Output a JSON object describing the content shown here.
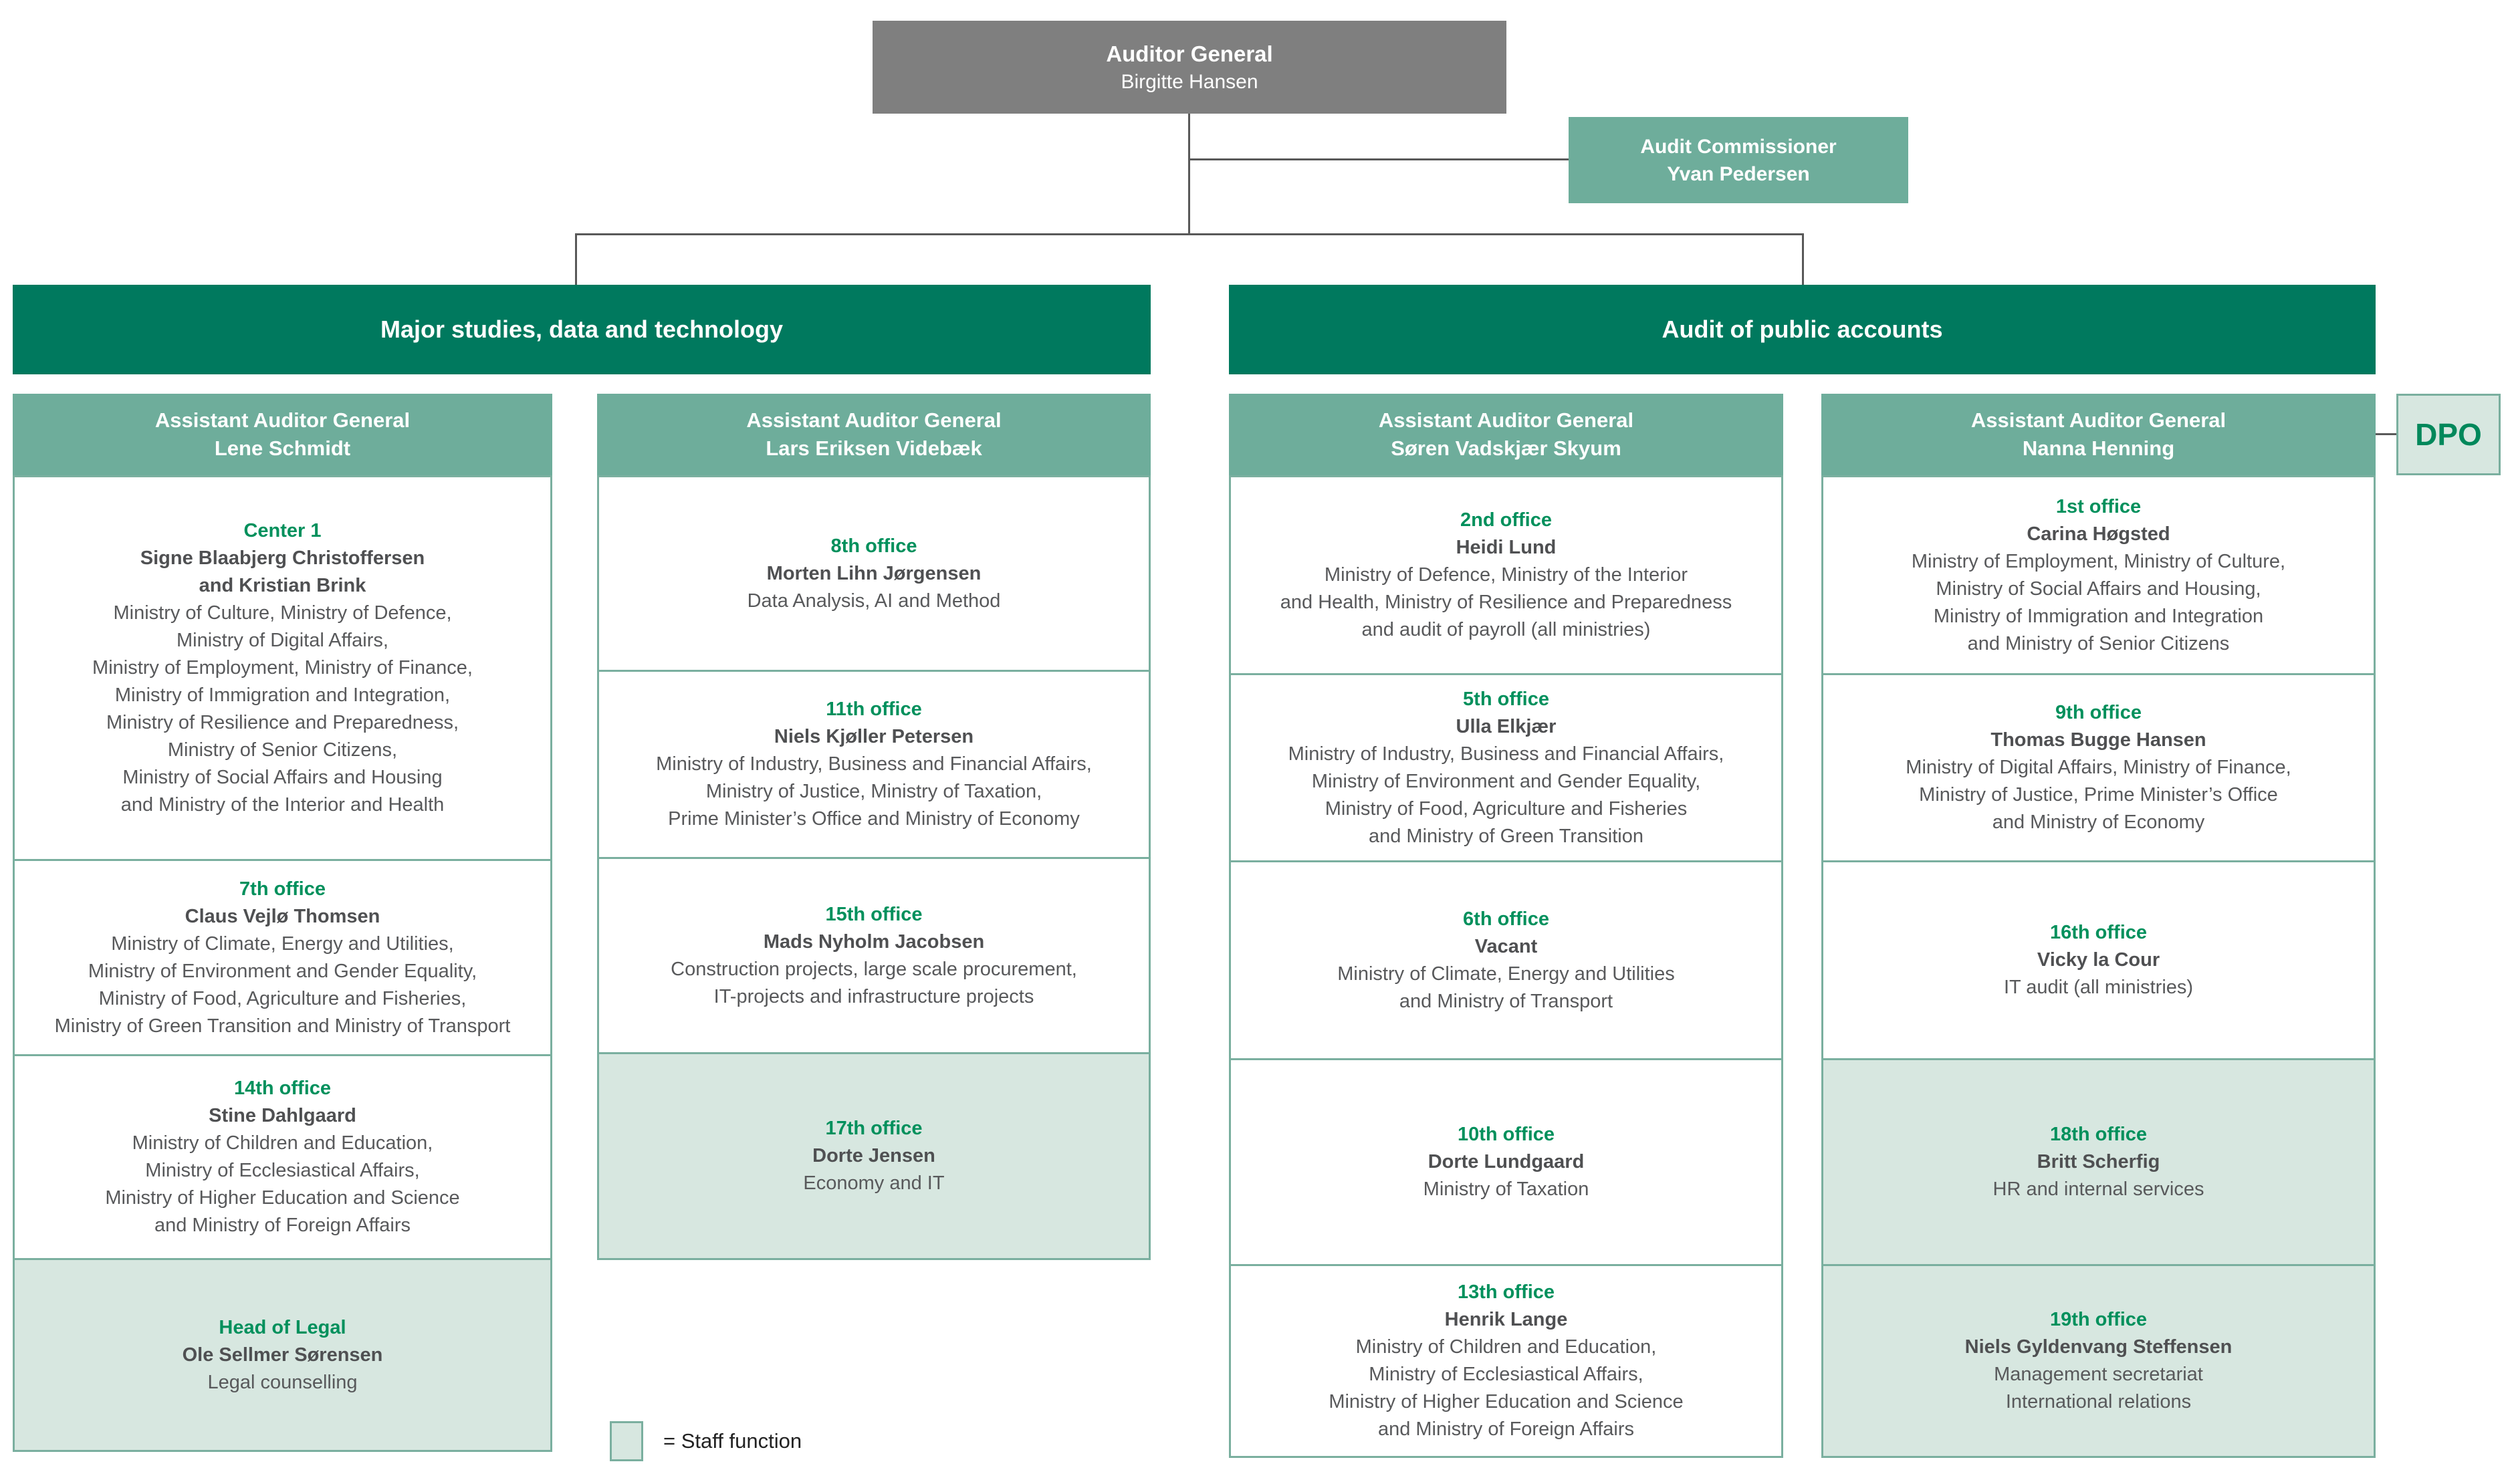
{
  "colors": {
    "branch_green": "#00795E",
    "header_teal": "#6EAD9B",
    "staff_fill": "#D7E7E0",
    "box_border": "#7AAF9F",
    "office_title_green": "#00905C",
    "auditor_general_gray": "#7F7F7F"
  },
  "auditor_general": {
    "title": "Auditor General",
    "name": "Birgitte Hansen"
  },
  "audit_commissioner": {
    "title": "Audit Commissioner",
    "name": "Yvan Pedersen"
  },
  "dpo_label": "DPO",
  "legend_label": "= Staff function",
  "branches": [
    {
      "title": "Major studies, data and technology",
      "columns": [
        {
          "header": {
            "title": "Assistant Auditor General",
            "name": "Lene Schmidt"
          },
          "boxes": [
            {
              "title": "Center 1",
              "name": "Signe Blaabjerg Christoffersen\nand Kristian Brink",
              "lines": "Ministry of Culture, Ministry of Defence,\nMinistry of Digital Affairs,\nMinistry of Employment, Ministry of Finance,\nMinistry of Immigration and Integration,\nMinistry of Resilience and Preparedness,\nMinistry of Senior Citizens,\nMinistry of Social Affairs and Housing\nand Ministry of the Interior and Health",
              "staff": false
            },
            {
              "title": "7th office",
              "name": "Claus Vejlø Thomsen",
              "lines": "Ministry of Climate, Energy and Utilities,\nMinistry of Environment and Gender Equality,\nMinistry of Food, Agriculture and Fisheries,\nMinistry of Green Transition and Ministry of Transport",
              "staff": false
            },
            {
              "title": "14th office",
              "name": "Stine Dahlgaard",
              "lines": "Ministry of Children and Education,\nMinistry of Ecclesiastical Affairs,\nMinistry of Higher Education and Science\nand Ministry of Foreign Affairs",
              "staff": false
            },
            {
              "title": "Head of Legal",
              "name": "Ole Sellmer Sørensen",
              "lines": "Legal counselling",
              "staff": true
            }
          ]
        },
        {
          "header": {
            "title": "Assistant Auditor General",
            "name": "Lars Eriksen Videbæk"
          },
          "boxes": [
            {
              "title": "8th office",
              "name": "Morten Lihn Jørgensen",
              "lines": "Data Analysis, AI and Method",
              "staff": false
            },
            {
              "title": "11th office",
              "name": "Niels Kjøller Petersen",
              "lines": "Ministry of Industry, Business and Financial Affairs,\nMinistry of Justice, Ministry of Taxation,\nPrime Minister’s Office and Ministry of Economy",
              "staff": false
            },
            {
              "title": "15th office",
              "name": "Mads Nyholm Jacobsen",
              "lines": "Construction projects, large scale procurement,\nIT-projects and infrastructure projects",
              "staff": false
            },
            {
              "title": "17th office",
              "name": "Dorte Jensen",
              "lines": "Economy and IT",
              "staff": true
            }
          ]
        }
      ]
    },
    {
      "title": "Audit of public accounts",
      "columns": [
        {
          "header": {
            "title": "Assistant Auditor General",
            "name": "Søren Vadskjær Skyum"
          },
          "boxes": [
            {
              "title": "2nd office",
              "name": "Heidi Lund",
              "lines": "Ministry of Defence, Ministry of the Interior\nand Health, Ministry of Resilience and Preparedness\nand audit of payroll (all ministries)",
              "staff": false
            },
            {
              "title": "5th office",
              "name": "Ulla Elkjær",
              "lines": "Ministry of Industry, Business and Financial Affairs,\nMinistry of Environment and Gender Equality,\nMinistry of Food, Agriculture and Fisheries\nand Ministry of Green Transition",
              "staff": false
            },
            {
              "title": "6th office",
              "name": "Vacant",
              "lines": "Ministry of Climate, Energy and Utilities\nand Ministry of Transport",
              "staff": false
            },
            {
              "title": "10th office",
              "name": "Dorte Lundgaard",
              "lines": "Ministry of Taxation",
              "staff": false
            },
            {
              "title": "13th office",
              "name": "Henrik Lange",
              "lines": "Ministry of Children and Education,\nMinistry of Ecclesiastical Affairs,\nMinistry of Higher Education and Science\nand Ministry of Foreign Affairs",
              "staff": false
            }
          ]
        },
        {
          "header": {
            "title": "Assistant Auditor General",
            "name": "Nanna Henning"
          },
          "boxes": [
            {
              "title": "1st office",
              "name": "Carina Høgsted",
              "lines": "Ministry of Employment, Ministry of Culture,\nMinistry of Social Affairs and Housing,\nMinistry of Immigration and Integration\nand Ministry of Senior Citizens",
              "staff": false
            },
            {
              "title": "9th office",
              "name": "Thomas Bugge Hansen",
              "lines": "Ministry of Digital Affairs, Ministry of Finance,\nMinistry of Justice, Prime Minister’s Office\nand Ministry of Economy",
              "staff": false
            },
            {
              "title": "16th office",
              "name": "Vicky la Cour",
              "lines": "IT audit (all ministries)",
              "staff": false
            },
            {
              "title": "18th office",
              "name": "Britt Scherfig",
              "lines": "HR and internal services",
              "staff": true
            },
            {
              "title": "19th office",
              "name": "Niels Gyldenvang Steffensen",
              "lines": "Management secretariat\nInternational relations",
              "staff": true
            }
          ]
        }
      ]
    }
  ]
}
